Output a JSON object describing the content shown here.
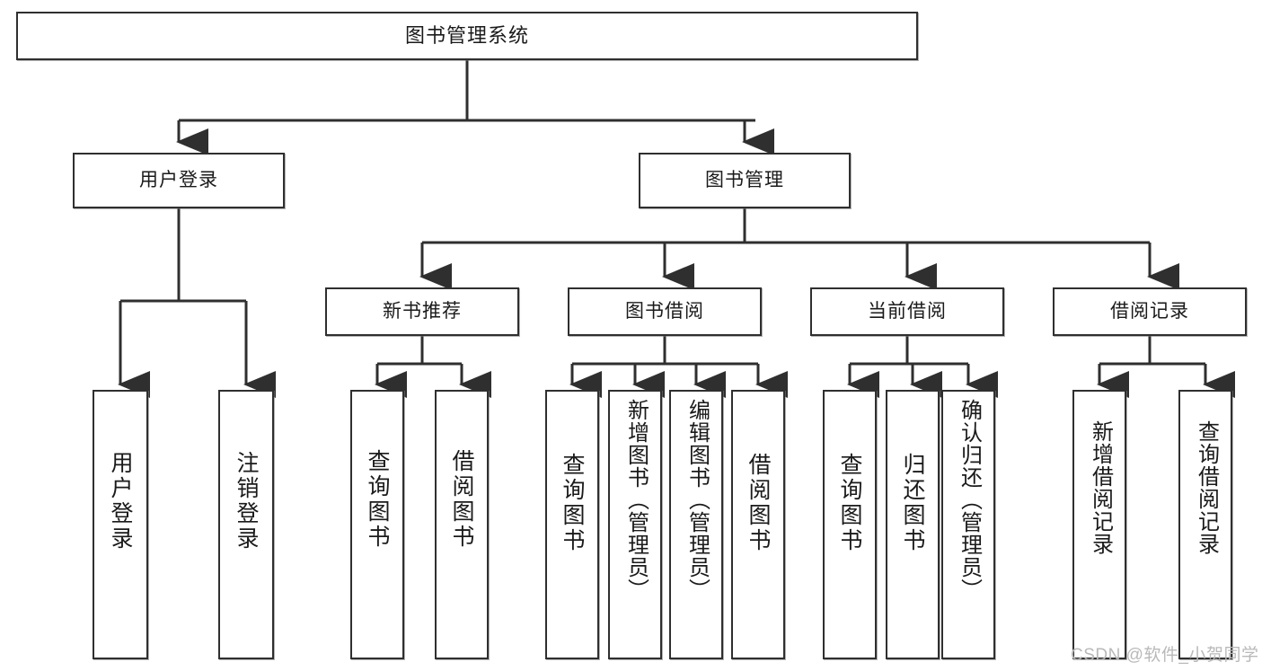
{
  "diagram": {
    "title": "图书管理系统",
    "type": "hierarchy-tree",
    "root": {
      "id": "root",
      "label": "图书管理系统"
    },
    "level2": [
      {
        "id": "user-login",
        "label": "用户登录"
      },
      {
        "id": "book-manage",
        "label": "图书管理"
      }
    ],
    "level3": [
      {
        "id": "new-book-rec",
        "label": "新书推荐",
        "parent": "book-manage"
      },
      {
        "id": "book-borrow",
        "label": "图书借阅",
        "parent": "book-manage"
      },
      {
        "id": "current-borrow",
        "label": "当前借阅",
        "parent": "book-manage"
      },
      {
        "id": "borrow-record",
        "label": "借阅记录",
        "parent": "book-manage"
      }
    ],
    "leaves": [
      {
        "id": "leaf-user-login",
        "label": "用户登录",
        "parent": "user-login"
      },
      {
        "id": "leaf-logout",
        "label": "注销登录",
        "parent": "user-login"
      },
      {
        "id": "leaf-query-book-1",
        "label": "查询图书",
        "parent": "new-book-rec"
      },
      {
        "id": "leaf-borrow-book-1",
        "label": "借阅图书",
        "parent": "new-book-rec"
      },
      {
        "id": "leaf-query-book-2",
        "label": "查询图书",
        "parent": "book-borrow"
      },
      {
        "id": "leaf-add-book",
        "label": "新增图书（管理员）",
        "parent": "book-borrow"
      },
      {
        "id": "leaf-edit-book",
        "label": "编辑图书（管理员）",
        "parent": "book-borrow"
      },
      {
        "id": "leaf-borrow-book-2",
        "label": "借阅图书",
        "parent": "book-borrow"
      },
      {
        "id": "leaf-query-book-3",
        "label": "查询图书",
        "parent": "current-borrow"
      },
      {
        "id": "leaf-return-book",
        "label": "归还图书",
        "parent": "current-borrow"
      },
      {
        "id": "leaf-confirm-return",
        "label": "确认归还（管理员）",
        "parent": "current-borrow"
      },
      {
        "id": "leaf-add-record",
        "label": "新增借阅记录",
        "parent": "borrow-record"
      },
      {
        "id": "leaf-query-record",
        "label": "查询借阅记录",
        "parent": "borrow-record"
      }
    ],
    "colors": {
      "stroke": "#2f2f2f",
      "fill": "#ffffff",
      "text": "#1a1a1a",
      "watermark": "#b9b9b9"
    }
  },
  "watermark": {
    "text": "CSDN @软件_小贺同学"
  }
}
